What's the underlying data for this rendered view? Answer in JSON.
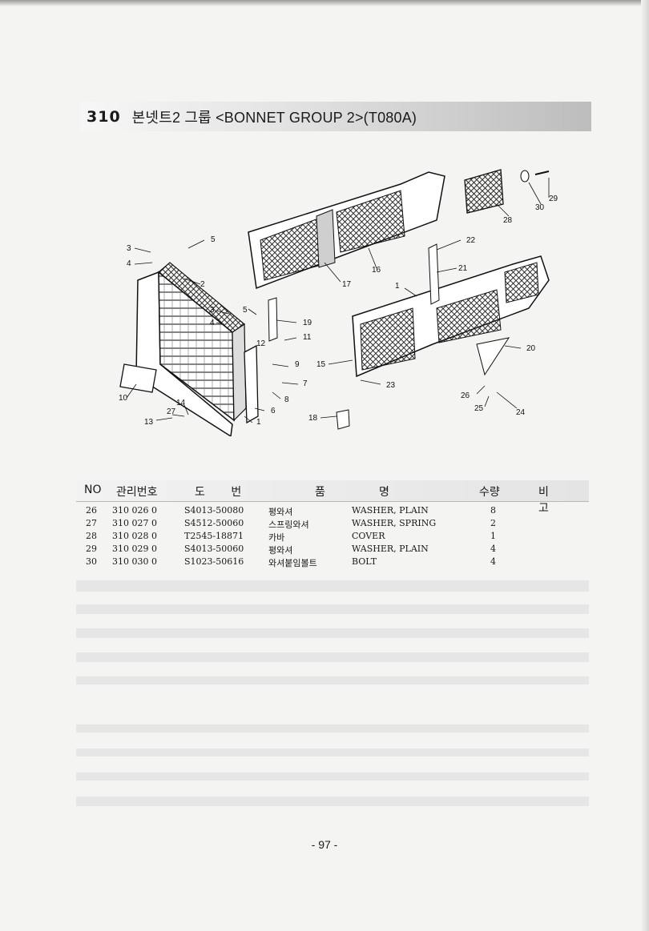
{
  "header": {
    "section_number": "310",
    "title": "본넷트2 그룹 <BONNET GROUP 2>(T080A)"
  },
  "diagram": {
    "callouts": [
      "3",
      "5",
      "4",
      "2",
      "3",
      "4",
      "5",
      "19",
      "11",
      "12",
      "9",
      "7",
      "8",
      "6",
      "1",
      "10",
      "14",
      "27",
      "13",
      "17",
      "16",
      "22",
      "21",
      "1",
      "15",
      "23",
      "18",
      "20",
      "26",
      "25",
      "24",
      "28",
      "30",
      "29"
    ]
  },
  "table": {
    "headers": [
      "NO",
      "관리번호",
      "도 번",
      "품",
      "명",
      "수량",
      "비 고"
    ],
    "rows": [
      {
        "no": "26",
        "code": "310 026 0",
        "part_no": "S4013-50080",
        "name_kr": "평와셔",
        "name_en": "WASHER, PLAIN",
        "qty": "8",
        "remark": ""
      },
      {
        "no": "27",
        "code": "310 027 0",
        "part_no": "S4512-50060",
        "name_kr": "스프링와셔",
        "name_en": "WASHER, SPRING",
        "qty": "2",
        "remark": ""
      },
      {
        "no": "28",
        "code": "310 028 0",
        "part_no": "T2545-18871",
        "name_kr": "카바",
        "name_en": "COVER",
        "qty": "1",
        "remark": ""
      },
      {
        "no": "29",
        "code": "310 029 0",
        "part_no": "S4013-50060",
        "name_kr": "평와셔",
        "name_en": "WASHER, PLAIN",
        "qty": "4",
        "remark": ""
      },
      {
        "no": "30",
        "code": "310 030 0",
        "part_no": "S1023-50616",
        "name_kr": "와셔붙임볼트",
        "name_en": "BOLT",
        "qty": "4",
        "remark": ""
      }
    ]
  },
  "footer": {
    "page_number": "- 97 -"
  }
}
